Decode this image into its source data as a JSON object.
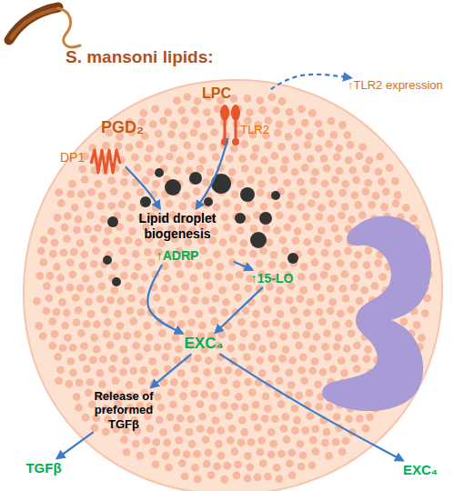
{
  "diagram": {
    "title": "S. mansoni lipids:",
    "nodes": [
      {
        "text": [
          "PGD₂",
          "DP1"
        ]
      },
      {
        "text": [
          "LPC",
          "TLR2"
        ]
      },
      {
        "text": [
          "↑TLR2 expression"
        ]
      },
      {
        "text": [
          "Lipid droplet biogenesis",
          "↑ADRP"
        ]
      },
      {
        "text": [
          "↑15-LO"
        ]
      },
      {
        "text": [
          "EXC₄"
        ]
      },
      {
        "text": [
          "Release of preformed TGFβ"
        ]
      },
      {
        "text": [
          "TGFβ"
        ]
      },
      {
        "text": [
          "EXC₄"
        ]
      }
    ],
    "edges": [
      {
        "from": 0,
        "to": 3,
        "arrow": "to"
      },
      {
        "from": 1,
        "to": 3,
        "arrow": "to"
      },
      {
        "from": 1,
        "to": 2,
        "arrow": "to"
      },
      {
        "from": 3,
        "to": 4,
        "arrow": "to"
      },
      {
        "from": 3,
        "to": 5,
        "arrow": "to"
      },
      {
        "from": 4,
        "to": 5,
        "arrow": "to"
      },
      {
        "from": 5,
        "to": 6,
        "arrow": "to"
      },
      {
        "from": 6,
        "to": 7,
        "arrow": "to"
      },
      {
        "from": 5,
        "to": 8,
        "arrow": "to"
      }
    ]
  }
}
